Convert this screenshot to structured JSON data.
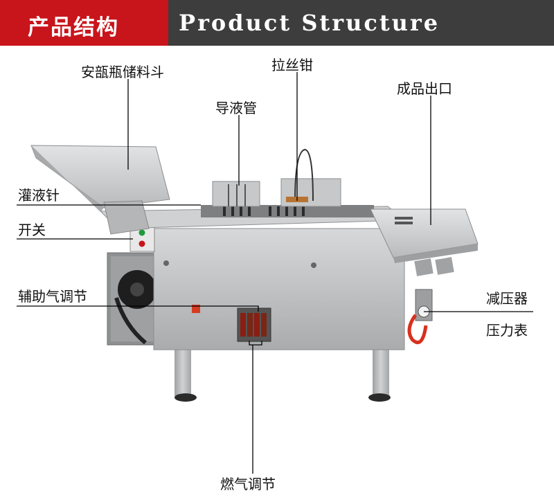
{
  "header": {
    "title_cn": "产品结构",
    "title_en": "Product Structure"
  },
  "labels": {
    "hopper": "安瓿瓶储料斗",
    "pliers": "拉丝钳",
    "tube": "导液管",
    "outlet": "成品出口",
    "needle": "灌液针",
    "switch": "开关",
    "aux_gas": "辅助气调节",
    "reducer": "减压器",
    "gauge": "压力表",
    "gas": "燃气调节"
  },
  "colors": {
    "accent_red": "#c8141b",
    "header_dark": "#3d3d3d",
    "steel": "#b9bbbd"
  }
}
